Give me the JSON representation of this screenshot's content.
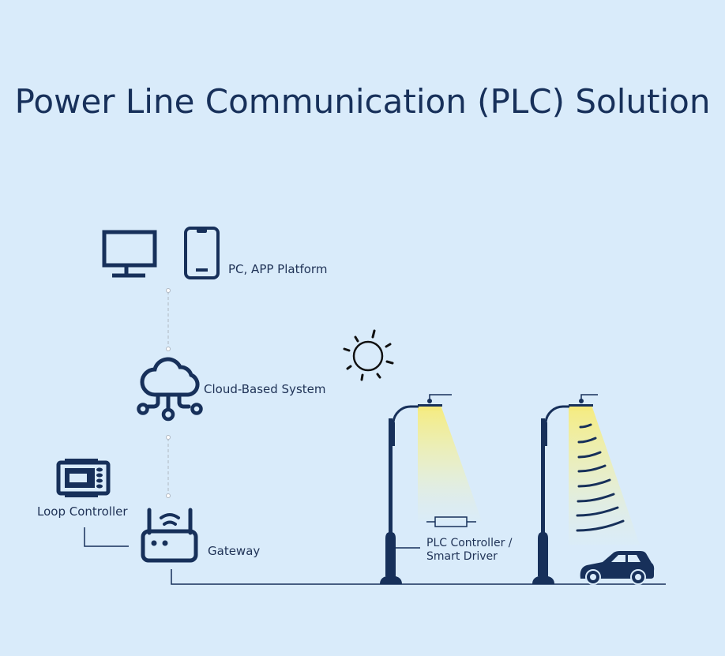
{
  "title": "Power Line Communication (PLC) Solution",
  "colors": {
    "background": "#d9ebfa",
    "icon": "#17305a",
    "connector_dashed": "#b0b8c2",
    "light_beam": "#f3ea8a"
  },
  "nodes": {
    "platform": {
      "label": "PC, APP Platform",
      "icons": [
        "monitor-icon",
        "smartphone-icon"
      ]
    },
    "cloud": {
      "label": "Cloud-Based System",
      "icon": "cloud-network-icon"
    },
    "loop_controller": {
      "label": "Loop Controller",
      "icon": "loop-controller-icon"
    },
    "gateway": {
      "label": "Gateway",
      "icon": "router-icon"
    },
    "plc_controller": {
      "label_line1": "PLC Controller /",
      "label_line2": "Smart Driver",
      "icon": "resistor-icon"
    }
  },
  "scene": {
    "sun": "sun-icon",
    "streetlights": 2,
    "sensor_waves": 8,
    "vehicle": "car-icon"
  }
}
